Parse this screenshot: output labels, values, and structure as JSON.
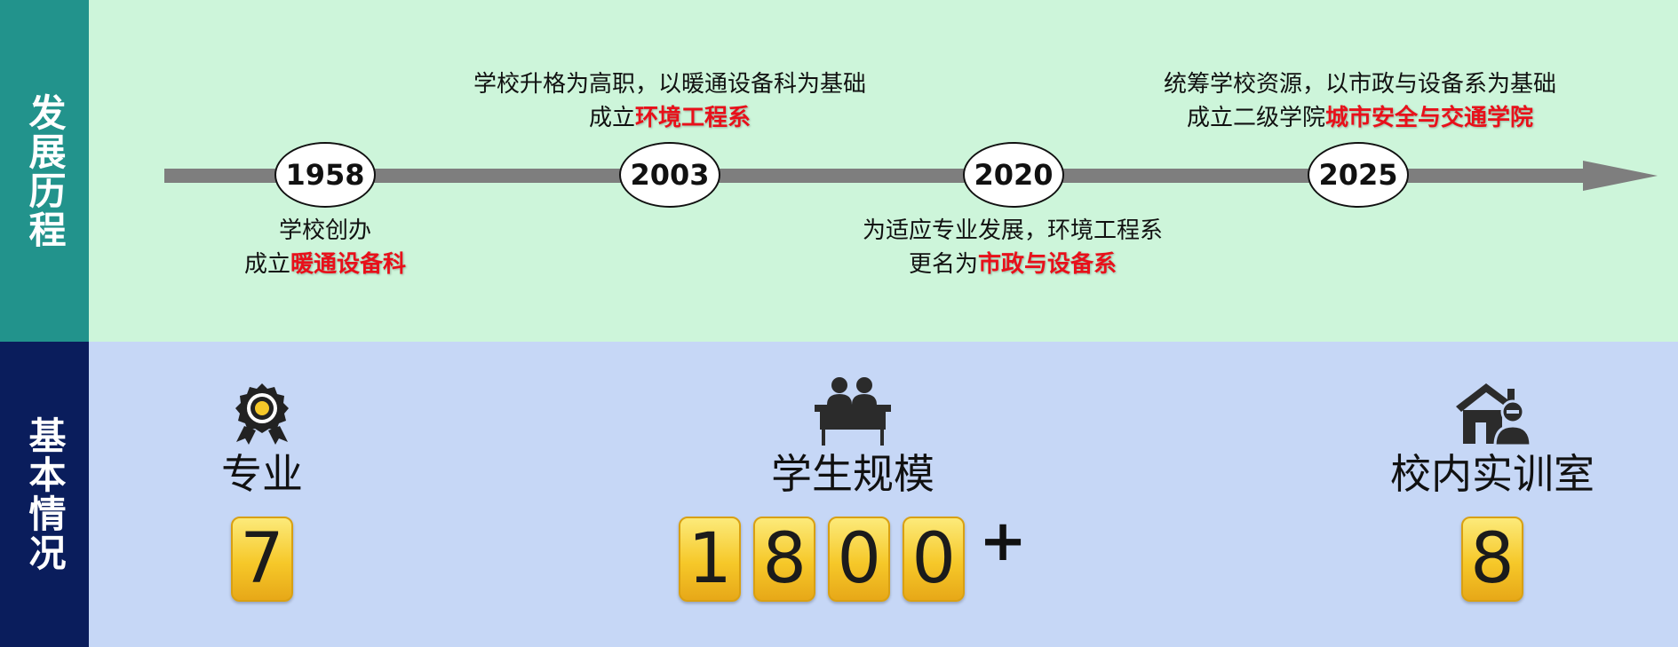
{
  "sidebar": {
    "development_label": "发展历程",
    "basic_label": "基本情况"
  },
  "timeline": {
    "years": [
      "1958",
      "2003",
      "2020",
      "2025"
    ],
    "events": [
      {
        "line1": "学校创办",
        "line2_prefix": "成立",
        "line2_highlight": "暖通设备科"
      },
      {
        "line1": "学校升格为高职，以暖通设备科为基础",
        "line2_prefix": "成立",
        "line2_highlight": "环境工程系"
      },
      {
        "line1": "为适应专业发展，环境工程系",
        "line2_prefix": "更名为",
        "line2_highlight": "市政与设备系"
      },
      {
        "line1": "统筹学校资源，以市政与设备系为基础",
        "line2_prefix": "成立二级学院",
        "line2_highlight": "城市安全与交通学院"
      }
    ]
  },
  "stats": [
    {
      "title": "专业",
      "digits": [
        "7"
      ],
      "suffix": "",
      "icon": "award-badge-icon"
    },
    {
      "title": "学生规模",
      "digits": [
        "1",
        "8",
        "0",
        "0"
      ],
      "suffix": "+",
      "icon": "students-at-desk-icon"
    },
    {
      "title": "校内实训室",
      "digits": [
        "8"
      ],
      "suffix": "",
      "icon": "house-person-icon"
    }
  ],
  "colors": {
    "sidebar_top": "#22938c",
    "sidebar_bottom": "#0a1d5c",
    "panel_top": "#cdf5da",
    "panel_bottom": "#c6d7f6",
    "highlight": "#e8101a",
    "timeline": "#7e7e7e",
    "digit_gold": "#f6c829"
  }
}
